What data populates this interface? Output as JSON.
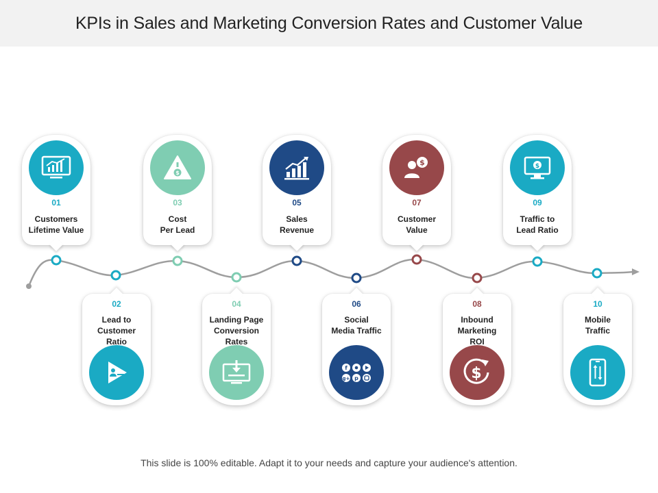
{
  "title": "KPIs in Sales and Marketing Conversion Rates and Customer Value",
  "footer": "This slide is 100% editable. Adapt it to your needs and capture your audience's attention.",
  "colors": {
    "teal": "#1aaac4",
    "mint": "#7fcdb2",
    "navy": "#1f4a86",
    "maroon": "#97484a",
    "line": "#9e9e9e"
  },
  "items": [
    {
      "number": "01",
      "label": "Customers\nLifetime Value",
      "color": "#1aaac4",
      "icon": "monitor-chart-icon"
    },
    {
      "number": "02",
      "label": "Lead to\nCustomer\nRatio",
      "color": "#1aaac4",
      "icon": "play-funnel-icon"
    },
    {
      "number": "03",
      "label": "Cost\nPer Lead",
      "color": "#7fcdb2",
      "icon": "money-warning-icon"
    },
    {
      "number": "04",
      "label": "Landing Page\nConversion\nRates",
      "color": "#7fcdb2",
      "icon": "landing-page-icon"
    },
    {
      "number": "05",
      "label": "Sales\nRevenue",
      "color": "#1f4a86",
      "icon": "growth-chart-icon"
    },
    {
      "number": "06",
      "label": "Social\nMedia Traffic",
      "color": "#1f4a86",
      "icon": "social-media-icon"
    },
    {
      "number": "07",
      "label": "Customer\nValue",
      "color": "#97484a",
      "icon": "customer-dollar-icon"
    },
    {
      "number": "08",
      "label": "Inbound\nMarketing\nROI",
      "color": "#97484a",
      "icon": "dollar-cycle-icon"
    },
    {
      "number": "09",
      "label": "Traffic to\nLead Ratio",
      "color": "#1aaac4",
      "icon": "monitor-dollar-icon"
    },
    {
      "number": "10",
      "label": "Mobile\nTraffic",
      "color": "#1aaac4",
      "icon": "mobile-transfer-icon"
    }
  ]
}
